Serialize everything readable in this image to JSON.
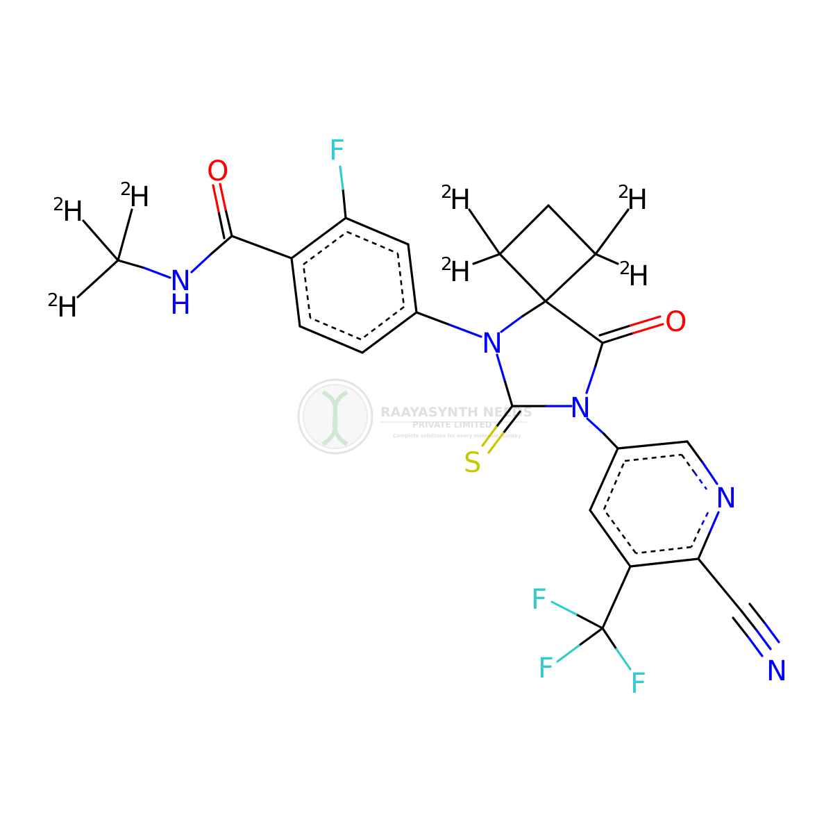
{
  "colors": {
    "carbon": "#000000",
    "nitrogen": "#0000ff",
    "oxygen": "#ff0000",
    "fluorine": "#33cccc",
    "sulfur": "#c8c800",
    "watermark": "#c8c8c8",
    "watermark_green": "#9ccf9c"
  },
  "atoms": {
    "f_top": "F",
    "o_amide": "O",
    "n_amide": "N",
    "h_amide": "H",
    "d1_mass": "2",
    "d1_sym": "H",
    "d2_mass": "2",
    "d2_sym": "H",
    "d3_mass": "2",
    "d3_sym": "H",
    "d4_mass": "2",
    "d4_sym": "H",
    "d5_mass": "2",
    "d5_sym": "H",
    "d6_mass": "2",
    "d6_sym": "H",
    "d7_mass": "2",
    "d7_sym": "H",
    "n_ring1": "N",
    "n_ring2": "N",
    "o_ketone": "O",
    "s_thione": "S",
    "n_pyridine": "N",
    "f_cf3_a": "F",
    "f_cf3_b": "F",
    "f_cf3_c": "F",
    "n_nitrile": "N"
  },
  "watermark": {
    "line1": "RAAYASYNTH NEEDS",
    "line2": "PRIVATE LIMITED",
    "line3": "Complete solutions for every molecule journey"
  }
}
